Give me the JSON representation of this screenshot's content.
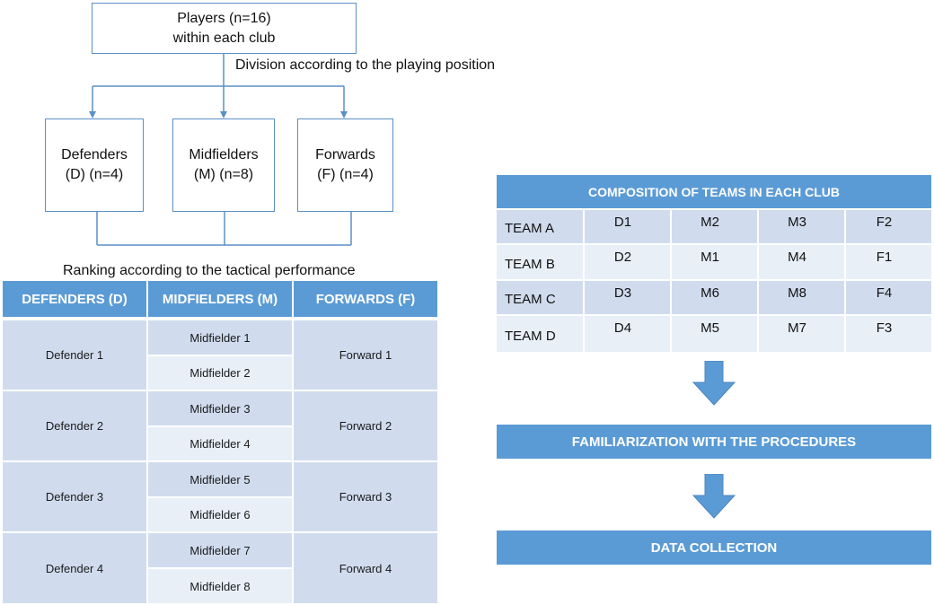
{
  "top_box": {
    "line1": "Players (n=16)",
    "line2": "within each club"
  },
  "division_label": "Division according to the playing position",
  "position_boxes": [
    {
      "line1": "Defenders",
      "line2": "(D) (n=4)"
    },
    {
      "line1": "Midfielders",
      "line2": "(M) (n=8)"
    },
    {
      "line1": "Forwards",
      "line2": "(F) (n=4)"
    }
  ],
  "ranking_label": "Ranking according to the tactical performance",
  "ranking_table": {
    "headers": [
      "DEFENDERS (D)",
      "MIDFIELDERS (M)",
      "FORWARDS (F)"
    ],
    "defenders": [
      "Defender 1",
      "Defender 2",
      "Defender 3",
      "Defender 4"
    ],
    "midfielders": [
      "Midfielder 1",
      "Midfielder 2",
      "Midfielder 3",
      "Midfielder 4",
      "Midfielder 5",
      "Midfielder 6",
      "Midfielder 7",
      "Midfielder 8"
    ],
    "forwards": [
      "Forward 1",
      "Forward 2",
      "Forward 3",
      "Forward 4"
    ]
  },
  "composition_table": {
    "title": "COMPOSITION OF TEAMS IN EACH CLUB",
    "rows": [
      {
        "team": "TEAM A",
        "cells": [
          "D1",
          "M2",
          "M3",
          "F2"
        ]
      },
      {
        "team": "TEAM B",
        "cells": [
          "D2",
          "M1",
          "M4",
          "F1"
        ]
      },
      {
        "team": "TEAM C",
        "cells": [
          "D3",
          "M6",
          "M8",
          "F4"
        ]
      },
      {
        "team": "TEAM D",
        "cells": [
          "D4",
          "M5",
          "M7",
          "F3"
        ]
      }
    ]
  },
  "steps": [
    "FAMILIARIZATION WITH  THE PROCEDURES",
    "DATA COLLECTION"
  ],
  "colors": {
    "header_blue": "#5b9bd5",
    "cell_dark": "#d0dcee",
    "cell_light": "#e9eff7",
    "line_blue": "#5b8fc7"
  }
}
